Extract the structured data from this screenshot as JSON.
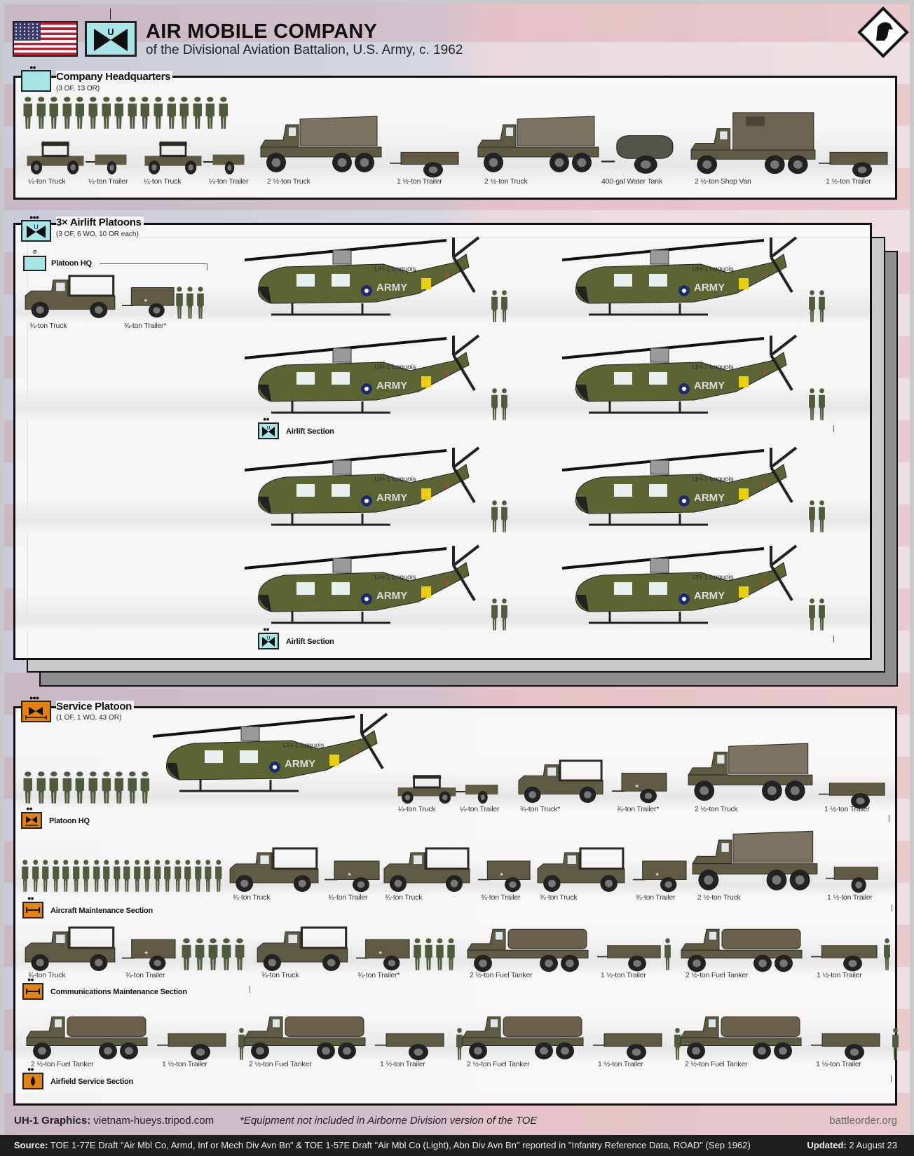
{
  "header": {
    "title": "AIR MOBILE COMPANY",
    "subtitle": "of the Divisional Aviation Battalion, U.S. Army, c. 1962",
    "unit_symbol_letter": "U"
  },
  "colors": {
    "aviation_cyan": "#a9e4e6",
    "service_orange": "#e28214",
    "olive": "#5c6434",
    "frame": "#111111"
  },
  "company_hq": {
    "title": "Company Headquarters",
    "strength": "(3 OF, 13 OR)",
    "personnel": 16,
    "items": [
      "¼-ton Truck",
      "¼-ton Trailer",
      "¼-ton Truck",
      "¼-ton Trailer",
      "2 ½-ton Truck",
      "1 ½-ton Trailer",
      "2 ½-ton Truck",
      "400-gal Water Tank",
      "2 ½-ton Shop Van",
      "1 ½-ton Trailer"
    ]
  },
  "airlift": {
    "title": "3× Airlift Platoons",
    "strength": "(3 OF, 6 WO, 10 OR each)",
    "platoon_hq": {
      "label": "Platoon HQ",
      "symbol": "ø",
      "items": [
        "¾-ton Truck",
        "¾-ton Trailer*"
      ],
      "personnel": 3
    },
    "helicopter_label": "UH-1 Iroquois",
    "helicopter_marking": "ARMY",
    "tail_number": "3",
    "helicopters": 8,
    "crew_per_helicopter": 2,
    "section_label": "Airlift Section"
  },
  "service": {
    "title": "Service Platoon",
    "strength": "(1 OF, 1 WO, 43 OR)",
    "platoon_hq": {
      "label": "Platoon HQ",
      "personnel": 10,
      "helicopter_label": "UH-1 Iroquois",
      "items": [
        "¼-ton Truck",
        "¼-ton Trailer",
        "¾-ton Truck*",
        "¾-ton Trailer*",
        "2 ½-ton Truck",
        "1 ½-ton Trailer"
      ]
    },
    "aircraft_maintenance": {
      "label": "Aircraft Maintenance Section",
      "personnel": 20,
      "items": [
        "¾-ton Truck",
        "¾-ton Trailer",
        "¾-ton Truck",
        "¾-ton Trailer",
        "¾-ton Truck",
        "¾-ton Trailer",
        "2 ½-ton Truck",
        "1 ½-ton Trailer"
      ]
    },
    "communications_maintenance": {
      "label": "Communications Maintenance Section",
      "items": [
        "¾-ton Truck",
        "¾-ton Trailer",
        "¾-ton Truck",
        "¾-ton Trailer*",
        "2 ½-ton Fuel Tanker",
        "1 ½-ton Trailer",
        "2 ½-ton Fuel Tanker",
        "1 ½-ton Trailer"
      ]
    },
    "airfield_service": {
      "label": "Airfield Service Section",
      "items": [
        "2 ½-ton Fuel Tanker",
        "1 ½-ton Trailer",
        "2 ½-ton Fuel Tanker",
        "1 ½-ton Trailer",
        "2 ½-ton Fuel Tanker",
        "1 ½-ton Trailer",
        "2 ½-ton Fuel Tanker",
        "1 ½-ton Trailer"
      ]
    }
  },
  "footer": {
    "credits_label": "UH-1 Graphics:",
    "credits_value": "vietnam-hueys.tripod.com",
    "note": "*Equipment not included in Airborne Division version of the TOE",
    "site": "battleorder.org",
    "source_label": "Source:",
    "source": "TOE 1-77E Draft \"Air Mbl Co, Armd, Inf or Mech Div Avn Bn\" & TOE 1-57E Draft \"Air Mbl Co (Light), Abn Div Avn Bn\" reported in \"Infantry Reference Data, ROAD\" (Sep 1962)",
    "updated_label": "Updated:",
    "updated": "2 August 23"
  }
}
